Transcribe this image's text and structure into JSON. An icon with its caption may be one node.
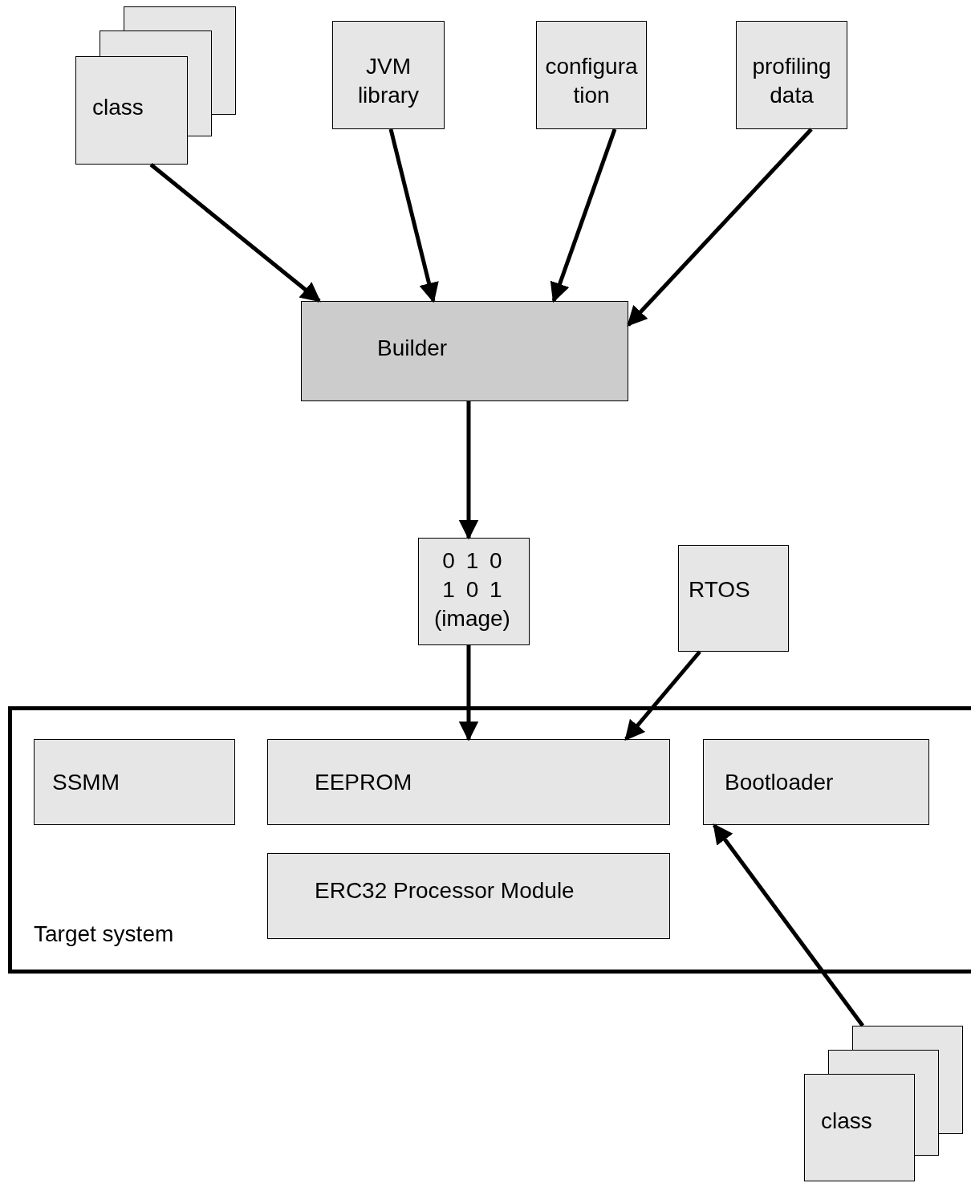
{
  "diagram": {
    "nodes": [
      {
        "text": [
          "class"
        ]
      },
      {
        "text": [
          "JVM library"
        ]
      },
      {
        "text": [
          "configuration"
        ]
      },
      {
        "text": [
          "profiling data"
        ]
      },
      {
        "text": [
          "Builder"
        ]
      },
      {
        "text": [
          "0 1 0 1 0 1 (image)"
        ]
      },
      {
        "text": [
          "RTOS"
        ]
      },
      {
        "text": [
          "Target system"
        ]
      },
      {
        "text": [
          "SSMM"
        ],
        "in": 7
      },
      {
        "text": [
          "EEPROM"
        ],
        "in": 7
      },
      {
        "text": [
          "Bootloader"
        ],
        "in": 7
      },
      {
        "text": [
          "ERC32 Processor Module"
        ],
        "in": 7
      },
      {
        "text": [
          "class"
        ]
      }
    ],
    "edges": [
      {
        "from": 0,
        "to": 4,
        "arrow": "to"
      },
      {
        "from": 1,
        "to": 4,
        "arrow": "to"
      },
      {
        "from": 2,
        "to": 4,
        "arrow": "to"
      },
      {
        "from": 3,
        "to": 4,
        "arrow": "to"
      },
      {
        "from": 4,
        "to": 5,
        "arrow": "to"
      },
      {
        "from": 5,
        "to": 9,
        "arrow": "to"
      },
      {
        "from": 6,
        "to": 9,
        "arrow": "to"
      },
      {
        "from": 12,
        "to": 10,
        "arrow": "to"
      }
    ]
  }
}
